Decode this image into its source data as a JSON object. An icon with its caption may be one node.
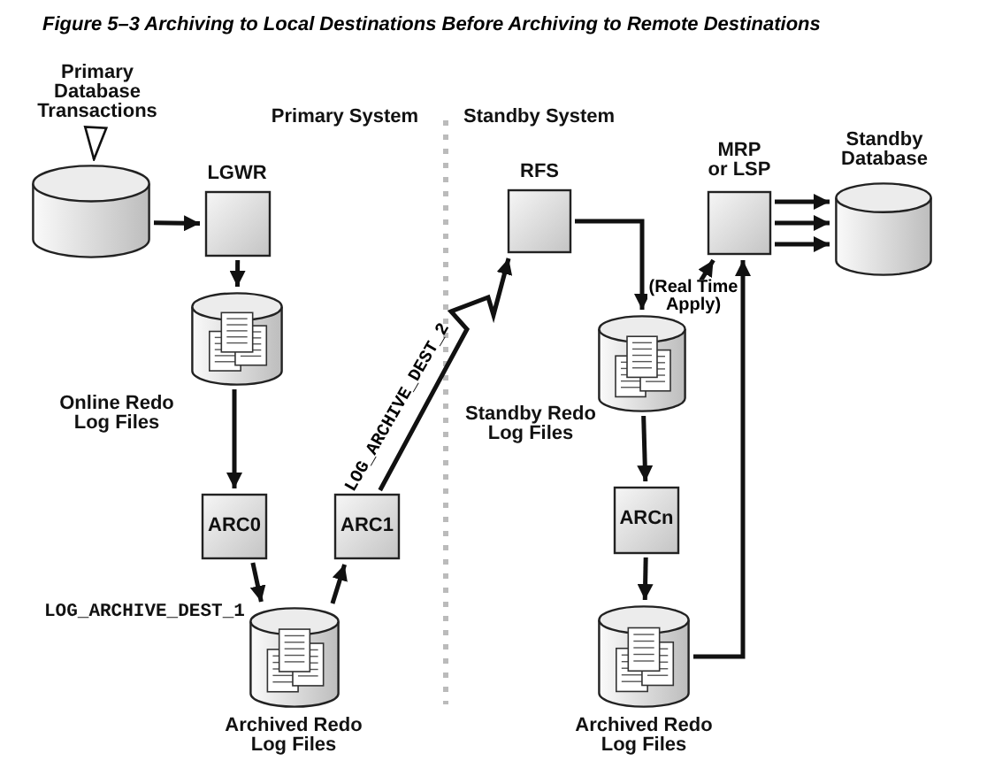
{
  "diagram": {
    "title": "Figure 5–3 Archiving to Local Destinations Before Archiving to Remote Destinations",
    "nodes": [
      {
        "text": [
          "Primary Database Transactions"
        ]
      },
      {
        "text": [],
        "shape": "cylinder"
      },
      {
        "text": [
          "LGWR"
        ]
      },
      {
        "text": [
          "Online Redo Log Files"
        ]
      },
      {
        "text": [
          "ARC0"
        ]
      },
      {
        "text": [
          "ARC1"
        ]
      },
      {
        "text": [
          "Archived Redo Log Files"
        ]
      },
      {
        "text": [
          "RFS"
        ]
      },
      {
        "text": [
          "Standby Redo Log Files"
        ]
      },
      {
        "text": [
          "ARCn"
        ]
      },
      {
        "text": [
          "Archived Redo Log Files"
        ]
      },
      {
        "text": [
          "MRP or LSP"
        ]
      },
      {
        "text": [
          "Standby Database"
        ]
      }
    ],
    "edges": [
      {
        "from": 0,
        "to": 1,
        "arrow": "to"
      },
      {
        "from": 1,
        "to": 2,
        "arrow": "to"
      },
      {
        "from": 2,
        "to": 3,
        "arrow": "to"
      },
      {
        "from": 3,
        "to": 4,
        "arrow": "to"
      },
      {
        "from": 4,
        "to": 6,
        "arrow": "to"
      },
      {
        "from": 6,
        "to": 5,
        "arrow": "to"
      },
      {
        "from": 5,
        "to": 7,
        "arrow": "to",
        "label": "LOG_ARCHIVE_DEST_2"
      },
      {
        "from": 7,
        "to": 8,
        "arrow": "to"
      },
      {
        "from": 8,
        "to": 11,
        "arrow": "to",
        "label": "(Real Time Apply)"
      },
      {
        "from": 8,
        "to": 9,
        "arrow": "to"
      },
      {
        "from": 9,
        "to": 10,
        "arrow": "to"
      },
      {
        "from": 10,
        "to": 11,
        "arrow": "to"
      },
      {
        "from": 11,
        "to": 12,
        "arrow": "to"
      },
      {
        "from": 11,
        "to": 12,
        "arrow": "to"
      },
      {
        "from": 11,
        "to": 12,
        "arrow": "to"
      }
    ],
    "labels": [
      "Primary System",
      "Standby System",
      "LOG_ARCHIVE_DEST_1"
    ]
  }
}
